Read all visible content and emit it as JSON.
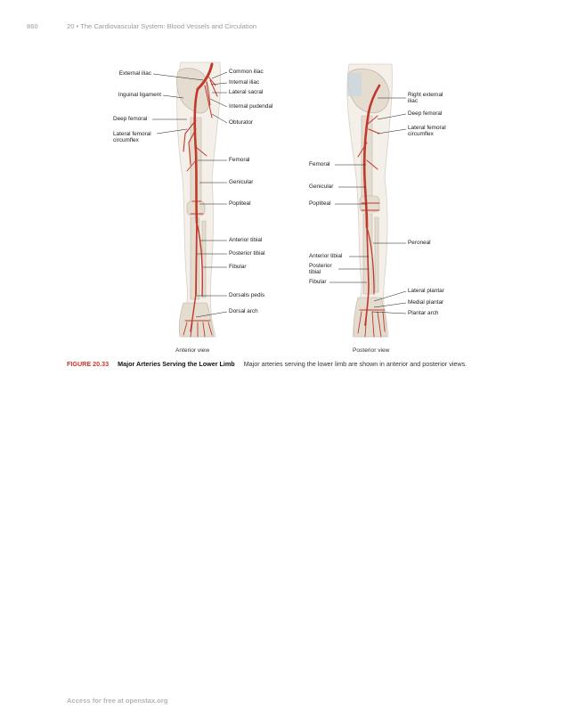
{
  "header": {
    "page_number": "860",
    "chapter": "20 • The Cardiovascular System: Blood Vessels and Circulation"
  },
  "figure": {
    "anterior": {
      "view_label": "Anterior view",
      "labels": {
        "external_iliac": "External iliac",
        "inguinal_ligament": "Inguinal ligament",
        "deep_femoral": "Deep femoral",
        "lateral_femoral_circumflex": "Lateral femoral\ncircumflex",
        "common_iliac": "Common iliac",
        "internal_iliac": "Internal iliac",
        "lateral_sacral": "Lateral sacral",
        "internal_pudendal": "Internal pudendal",
        "obturator": "Obturator",
        "femoral": "Femoral",
        "genicular": "Genicular",
        "popliteal": "Popliteal",
        "anterior_tibial": "Anterior tibial",
        "posterior_tibial": "Posterior tibial",
        "fibular": "Fibular",
        "dorsalis_pedis": "Dorsalis pedis",
        "dorsal_arch": "Dorsal arch"
      }
    },
    "posterior": {
      "view_label": "Posterior view",
      "labels": {
        "right_external_iliac": "Right external\niliac",
        "deep_femoral": "Deep femoral",
        "lateral_femoral_circumflex": "Lateral femoral\ncircumflex",
        "femoral": "Femoral",
        "genicular": "Genicular",
        "popliteal": "Popliteal",
        "peroneal": "Peroneal",
        "anterior_tibial": "Anterior tibial",
        "posterior_tibial": "Posterior\ntibial",
        "fibular": "Fibular",
        "lateral_plantar": "Lateral plantar",
        "medial_plantar": "Medial plantar",
        "plantar_arch": "Plantar arch"
      }
    },
    "caption": {
      "id": "FIGURE 20.33",
      "title": "Major Arteries Serving the Lower Limb",
      "text": "Major arteries serving the lower limb are shown in anterior and posterior views."
    }
  },
  "footer": {
    "text": "Access for free at openstax.org"
  },
  "colors": {
    "artery": "#c0392b",
    "bone": "#e4dccf",
    "accent": "#c8342b"
  }
}
